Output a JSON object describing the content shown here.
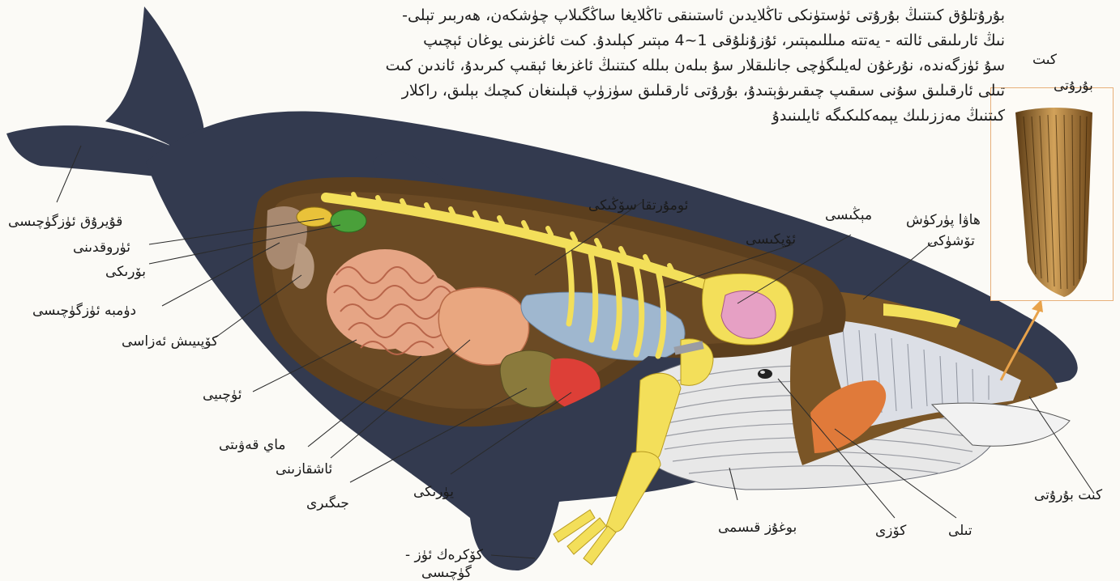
{
  "caption": {
    "lines": [
      "بۇرۇتلۇق كىتنىڭ بۇرۇتى ئۈستۈنكى تاڭلايدىن ئاستىنقى تاڭلايغا ساڭگىلاپ چۈشكەن، ھەربىر تېلى-",
      "نىڭ ئارىلىقى ئالتە - يەتتە مىللىمېتىر، ئۇزۇنلۇقى 1~4 مېتىر كېلىدۇ. كىت ئاغزىنى يوغان ئېچىپ",
      "سۇ ئۈزگەندە، نۇرغۇن لەيلىگۈچى جانلىقلار سۇ بىلەن بىللە كىتنىڭ ئاغزىغا ئېقىپ كىرىدۇ، ئاندىن كىت",
      "تىلى ئارقىلىق سۇنى سىقىپ چىقىرىۋېتىدۇ، بۇرۇتى ئارقىلىق سۈزۈپ قېلىنغان كىچىك بېلىق، راكلار",
      "كىتنىڭ مەززىلىك يېمەكلىكىگە ئايلىنىدۇ"
    ]
  },
  "inset": {
    "title_1": "كىت",
    "title_2": "بۇرۇتى"
  },
  "labels": {
    "tail_artery": "قۇيرۇق ئۈزگۈچىسى",
    "kidney_top": "ئۈروقدىنى",
    "kidney": "بۆرىكى",
    "dorsal_fin": "دۈمبە ئۈزگۈچىسى",
    "urinary": "كۆپىيىش ئەزاسى",
    "intestine": "ئۈچىيى",
    "fat": "ماي قەۋىتى",
    "stomach": "ئاشقازىنى",
    "liver": "جىگىرى",
    "heart": "يۈرىكى",
    "spine": "ئومۇرتقا سۆڭىكى",
    "lung": "ئۆپكىسى",
    "brain": "مېڭىسى",
    "blowhole_1": "ھاۋا پۈركۈش",
    "blowhole_2": "تۆشۈكى",
    "flipper_1": "كۆكرەك ئۈز -",
    "flipper_2": "گۈچىسى",
    "throat": "بوغۇز قىسمى",
    "eye": "كۆزى",
    "tongue": "تىلى",
    "baleen": "كىت بۇرۇتى"
  },
  "colors": {
    "whale_body": "#333a4f",
    "cavity": "#5c3f1e",
    "skeleton": "#f3df5a",
    "intestine": "#e6a585",
    "lung": "#9fb7cf",
    "brain": "#e6a0c4",
    "heart": "#dd3f37",
    "liver": "#8a7a3c",
    "stomach": "#e9a780",
    "tongue": "#e07a3a",
    "throat_pleats": "#ececec",
    "baleen": "#b8752e"
  }
}
